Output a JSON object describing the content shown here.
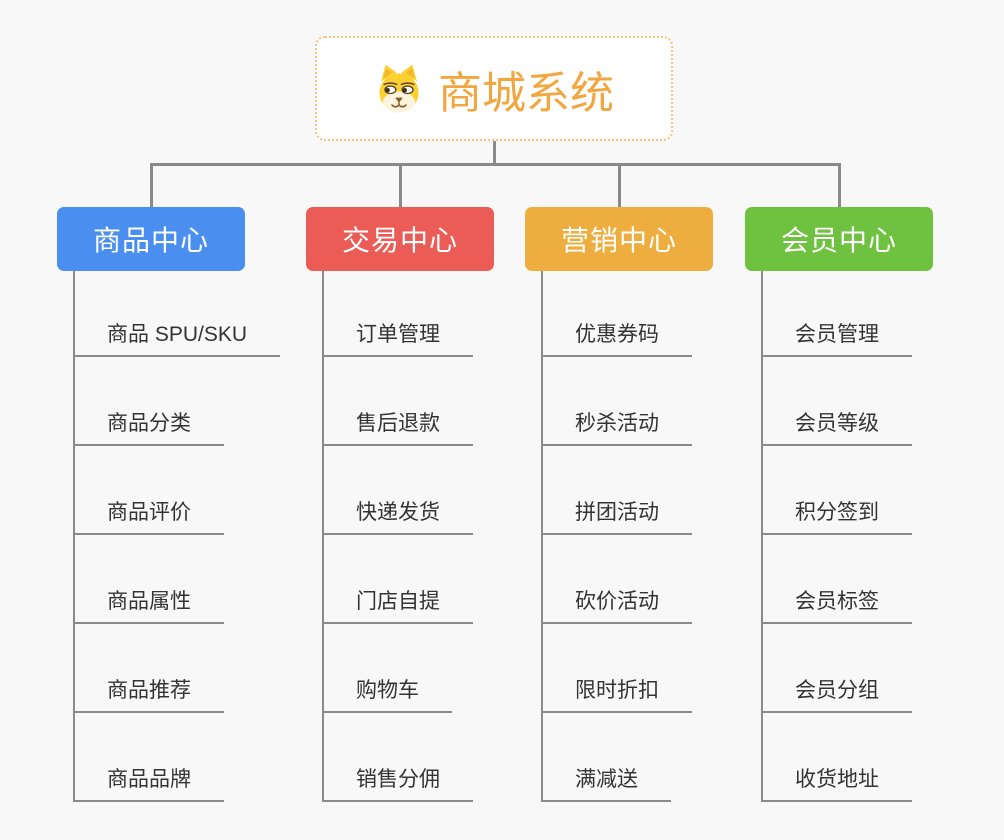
{
  "page": {
    "background": "#f8f8f8"
  },
  "root": {
    "label": "商城系统",
    "icon": "dog-face-icon",
    "text_color": "#f2a63f",
    "border_color": "#f3c47d",
    "background": "#ffffff"
  },
  "connector_color": "#8a8a8a",
  "child_text_color": "#333333",
  "branches": [
    {
      "label": "商品中心",
      "color": "#4a8ff0",
      "text_color": "#ffffff",
      "children": [
        "商品 SPU/SKU",
        "商品分类",
        "商品评价",
        "商品属性",
        "商品推荐",
        "商品品牌"
      ]
    },
    {
      "label": "交易中心",
      "color": "#ea5c55",
      "text_color": "#ffffff",
      "children": [
        "订单管理",
        "售后退款",
        "快递发货",
        "门店自提",
        "购物车",
        "销售分佣"
      ]
    },
    {
      "label": "营销中心",
      "color": "#eeae3f",
      "text_color": "#ffffff",
      "children": [
        "优惠券码",
        "秒杀活动",
        "拼团活动",
        "砍价活动",
        "限时折扣",
        "满减送"
      ]
    },
    {
      "label": "会员中心",
      "color": "#6ec23f",
      "text_color": "#ffffff",
      "children": [
        "会员管理",
        "会员等级",
        "积分签到",
        "会员标签",
        "会员分组",
        "收货地址"
      ]
    }
  ]
}
